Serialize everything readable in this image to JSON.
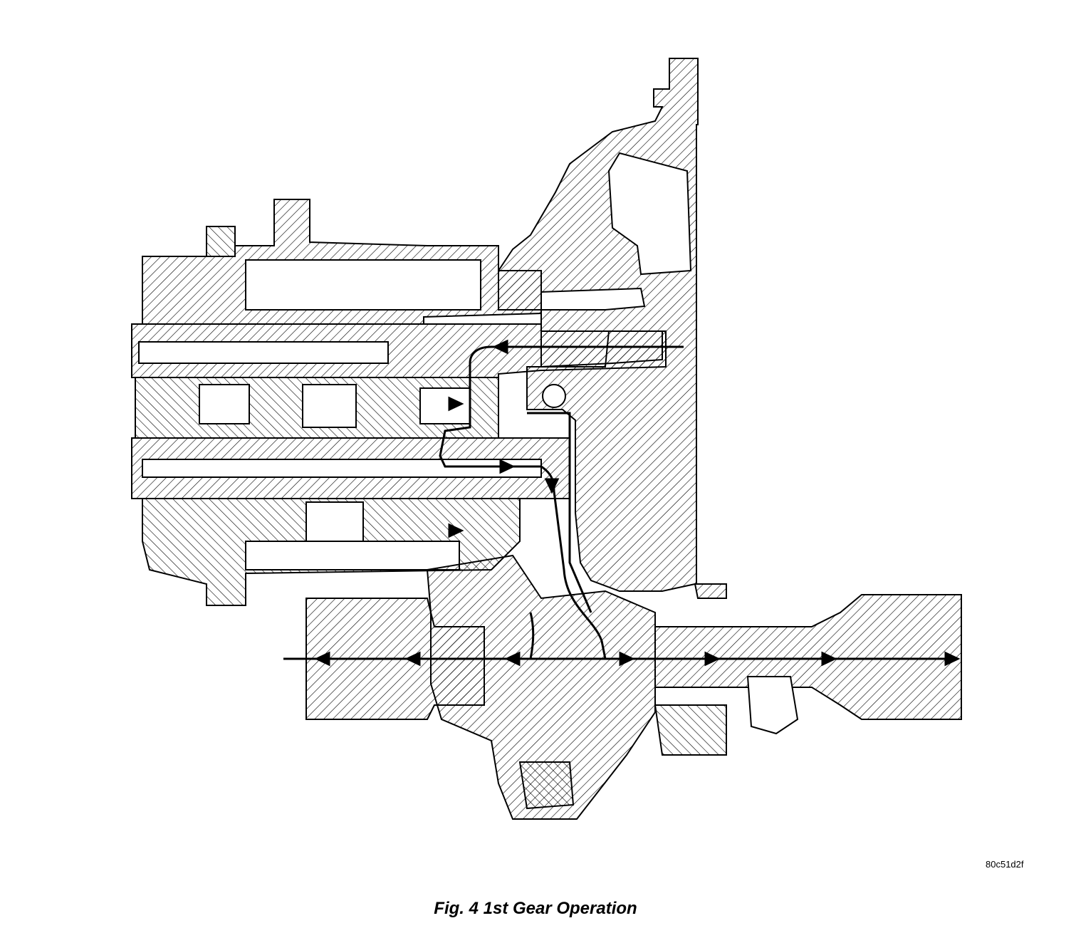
{
  "figure": {
    "id_code": "80c51d2f",
    "caption_number": "Fig. 4",
    "caption_title": "1st Gear Operation"
  },
  "colors": {
    "line": "#000000",
    "background": "#ffffff"
  }
}
